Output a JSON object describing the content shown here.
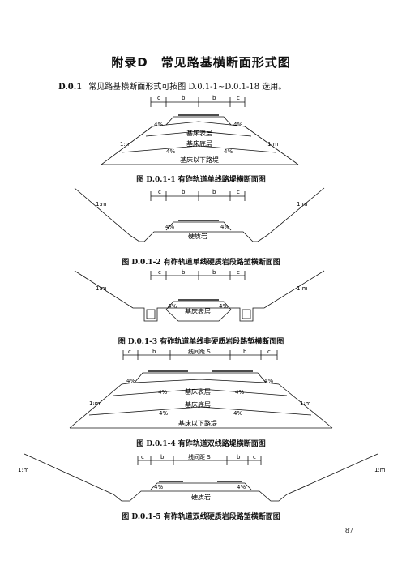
{
  "appendix": {
    "title": "附录D　常见路基横断面形式图"
  },
  "intro": {
    "number": "D.0.1",
    "text": "常见路基横断面形式可按图 D.0.1-1~D.0.1-18 选用。"
  },
  "labels": {
    "c": "c",
    "b": "b",
    "slope": "1:m",
    "pct": "4%",
    "surface": "基床表层",
    "bottom": "基床底层",
    "embankment": "基床以下路堤",
    "rock": "硬质岩",
    "spacing": "线间距 S"
  },
  "captions": {
    "fig1": "图 D.0.1-1  有砟轨道单线路堤横断面图",
    "fig2": "图 D.0.1-2 有砟轨道单线硬质岩段路堑横断面图",
    "fig3": "图 D.0.1-3 有砟轨道单线非硬质岩段路堑横断面图",
    "fig4": "图 D.0.1-4  有砟轨道双线路堤横断面图",
    "fig5": "图 D.0.1-5 有砟轨道双线硬质岩段路堑横断面图"
  },
  "page": {
    "number": "87"
  }
}
